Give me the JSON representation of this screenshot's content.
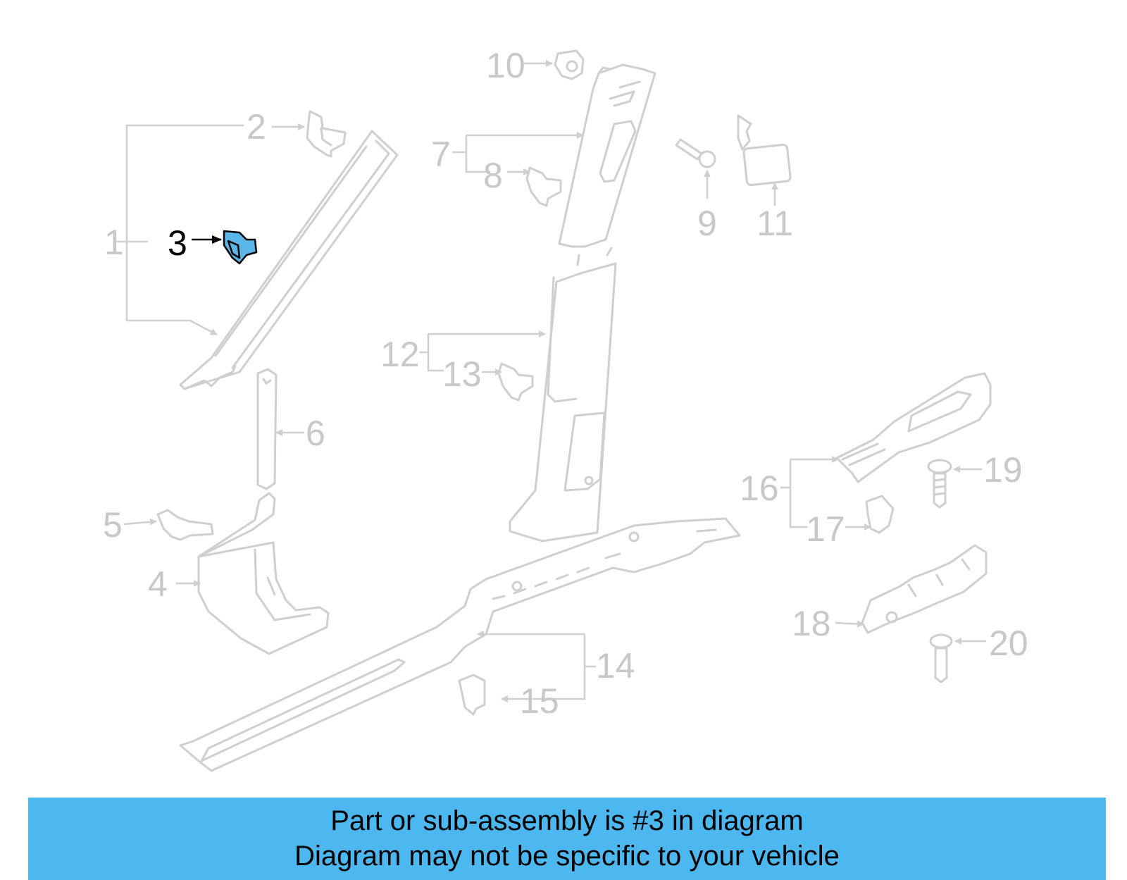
{
  "highlight_color": "#4db8ef",
  "highlighted_part": "3",
  "callouts": {
    "c1": "1",
    "c2": "2",
    "c3": "3",
    "c4": "4",
    "c5": "5",
    "c6": "6",
    "c7": "7",
    "c8": "8",
    "c9": "9",
    "c10": "10",
    "c11": "11",
    "c12": "12",
    "c13": "13",
    "c14": "14",
    "c15": "15",
    "c16": "16",
    "c17": "17",
    "c18": "18",
    "c19": "19",
    "c20": "20"
  },
  "banner": {
    "line1": "Part or sub-assembly is #3 in diagram",
    "line2": "Diagram may not be specific to your vehicle"
  }
}
